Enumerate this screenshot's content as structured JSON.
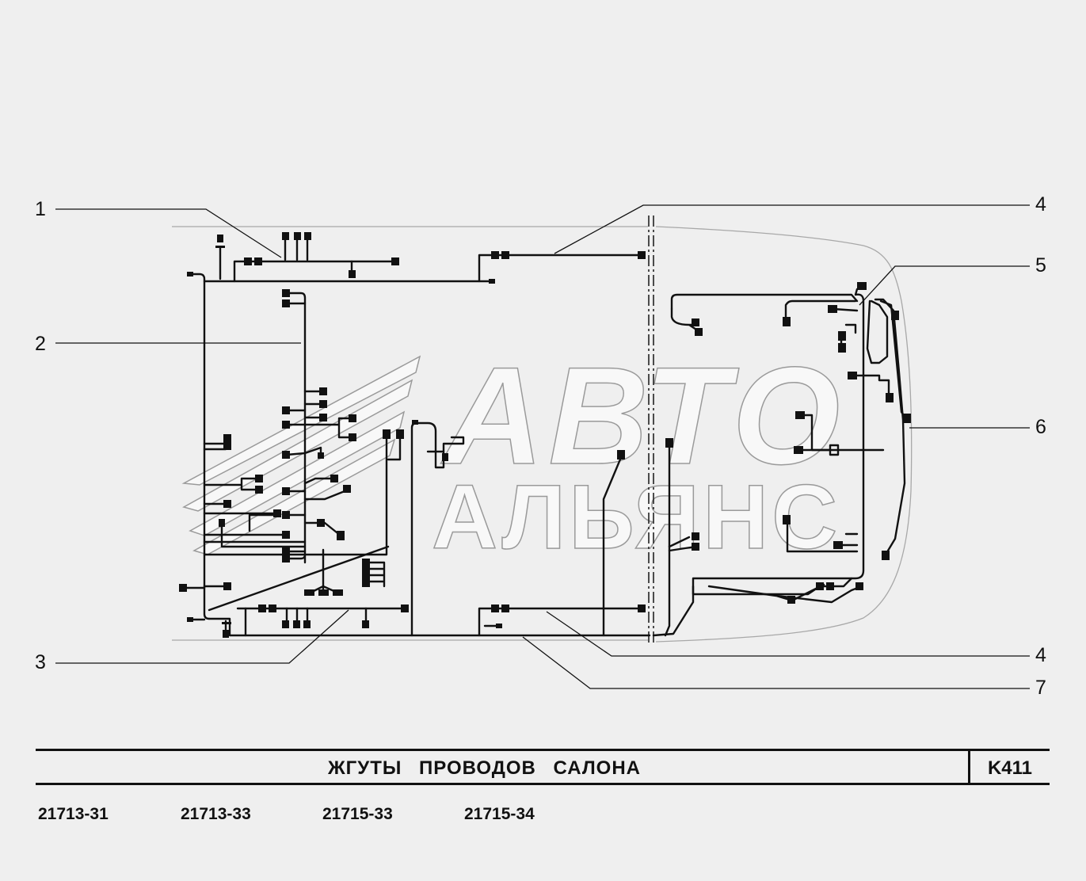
{
  "callouts": [
    {
      "number": "1",
      "name": "callout-1"
    },
    {
      "number": "2",
      "name": "callout-2"
    },
    {
      "number": "3",
      "name": "callout-3"
    },
    {
      "number": "4",
      "name": "callout-4-top"
    },
    {
      "number": "5",
      "name": "callout-5"
    },
    {
      "number": "6",
      "name": "callout-6"
    },
    {
      "number": "4",
      "name": "callout-4-bottom"
    },
    {
      "number": "7",
      "name": "callout-7"
    }
  ],
  "title": "ЖГУТЫ ПРОВОДОВ САЛОНА",
  "code": "K411",
  "models": [
    "21713-31",
    "21713-33",
    "21715-33",
    "21715-34"
  ],
  "watermark": {
    "line1": "АВТО",
    "line2": "АЛЬЯНС"
  },
  "colors": {
    "background": "#efefef",
    "ink": "#111111",
    "outline": "#b0b0b0",
    "watermark": "#f7f7f7"
  }
}
